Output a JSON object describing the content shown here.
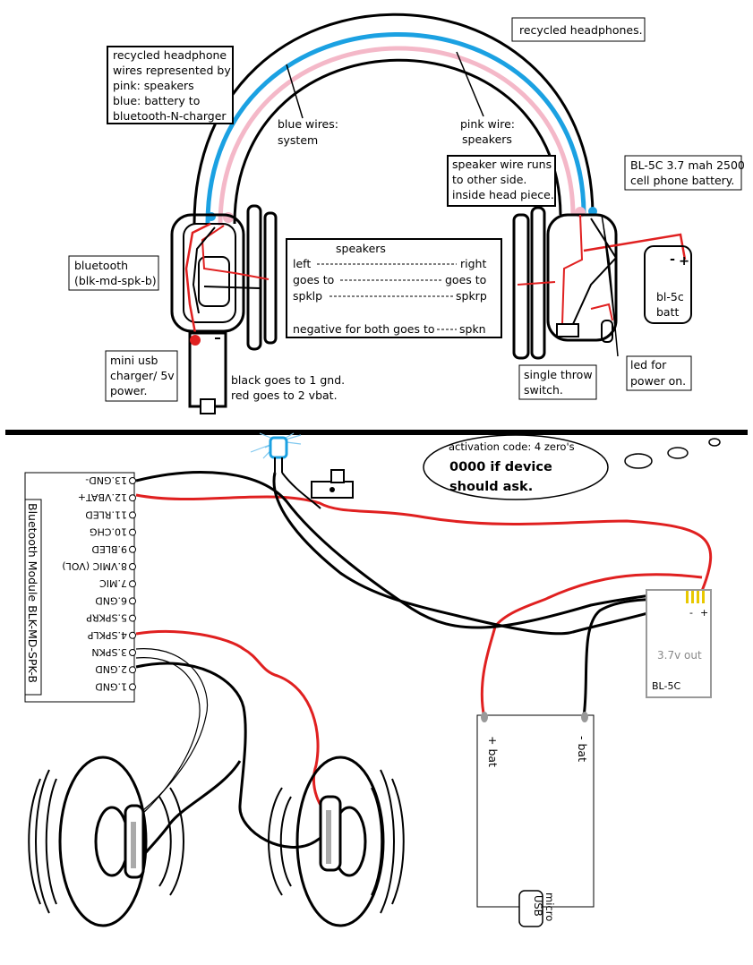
{
  "top": {
    "headphone_wires_note": {
      "line1": "recycled headphone",
      "line2": "wires represented by",
      "line3": "pink: speakers",
      "line4": "blue: battery to",
      "line5": "bluetooth-N-charger"
    },
    "recycled_headphones": "recycled headphones.",
    "blue_wires": {
      "line1": "blue wires:",
      "line2": "system"
    },
    "pink_wire": {
      "line1": "pink wire:",
      "line2": "speakers"
    },
    "speaker_wire_runs": {
      "line1": "speaker wire runs",
      "line2": "to other side.",
      "line3": "inside head piece."
    },
    "battery_spec": {
      "line1": "BL-5C 3.7 mah 2500",
      "line2": "cell phone battery."
    },
    "bluetooth_label": {
      "line1": "bluetooth",
      "line2": "(blk-md-spk-b)"
    },
    "speakers_box": {
      "title": "speakers",
      "row1_left": "left",
      "row1_right": "right",
      "row2_left": "goes to",
      "row2_right": "goes to",
      "row3_left": "spklp",
      "row3_right": "spkrp",
      "row4_left": "negative for both goes to",
      "row4_right": "spkn"
    },
    "mini_usb": {
      "line1": "mini usb",
      "line2": "charger/ 5v",
      "line3": "power."
    },
    "gnd_note": {
      "line1": "black goes to 1 gnd.",
      "line2": "red goes to 2 vbat."
    },
    "single_throw": {
      "line1": "single throw",
      "line2": "switch."
    },
    "led_note": {
      "line1": "led for",
      "line2": "power on."
    },
    "batt_label": {
      "line1": "bl-5c",
      "line2": "batt"
    },
    "batt_plus": "+",
    "batt_minus": "-"
  },
  "bottom": {
    "activation": {
      "line1": "activation code: 4 zero's",
      "line2": "0000 if device",
      "line3": "should ask."
    },
    "module_title": "Bluetooth Module BLK-MD-SPK-B",
    "pins": [
      "13.GND-",
      "12.VBAT+",
      "11.RLED",
      "10.CHG",
      "9.BLED",
      "8.VMIC (VOL)",
      "7.MIC",
      "6.GND",
      "5.SPKRP",
      "4.SPKLP",
      "3.SPKN",
      "2.GND",
      "1.GND"
    ],
    "battery_box": {
      "minus": "-",
      "plus": "+",
      "out": "3.7v out",
      "name": "BL-5C"
    },
    "charger": {
      "plus_bat": "+ bat",
      "minus_bat": "- bat",
      "usb_line1": "micro",
      "usb_line2": "USB"
    }
  },
  "colors": {
    "pink": "#f4b8c8",
    "blue": "#1ba1e2",
    "red": "#e02020",
    "black": "#000000",
    "yellow": "#e8c800",
    "gray": "#999999"
  }
}
